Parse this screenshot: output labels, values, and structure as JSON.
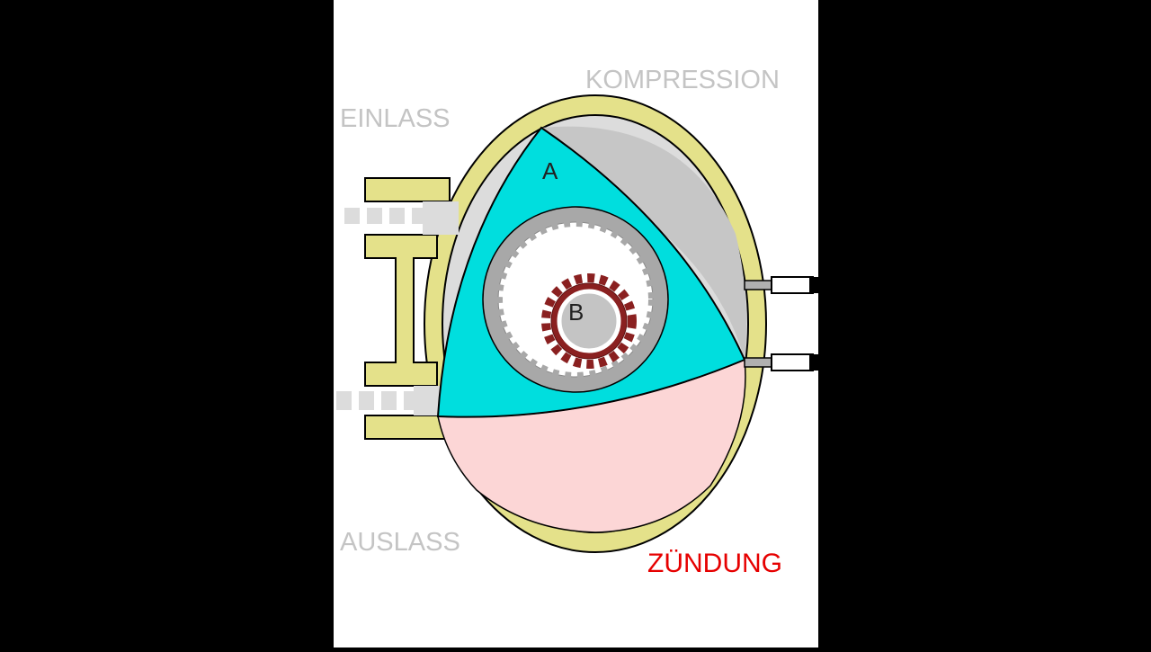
{
  "labels": {
    "intake": "EINLASS",
    "compression": "KOMPRESSION",
    "exhaust": "AUSLASS",
    "ignition": "ZÜNDUNG",
    "point_a": "A",
    "point_b": "B"
  },
  "colors": {
    "letterbox": "#000000",
    "panel": "#ffffff",
    "housing": "#e4e18a",
    "housing_stroke": "#000000",
    "rotor": "#00dede",
    "chamber_intake": "#dcdcdc",
    "chamber_compression": "#c6c6c6",
    "chamber_ignition": "#fcd6d6",
    "ring_gear": "#a8a8a8",
    "pinion_gear": "#8a2020",
    "shaft": "#c4c4c4",
    "stage_label": "#c4c4c4",
    "active_label": "#e60000",
    "spark_plug": "#b0b0b0"
  },
  "active_stroke": "ignition"
}
